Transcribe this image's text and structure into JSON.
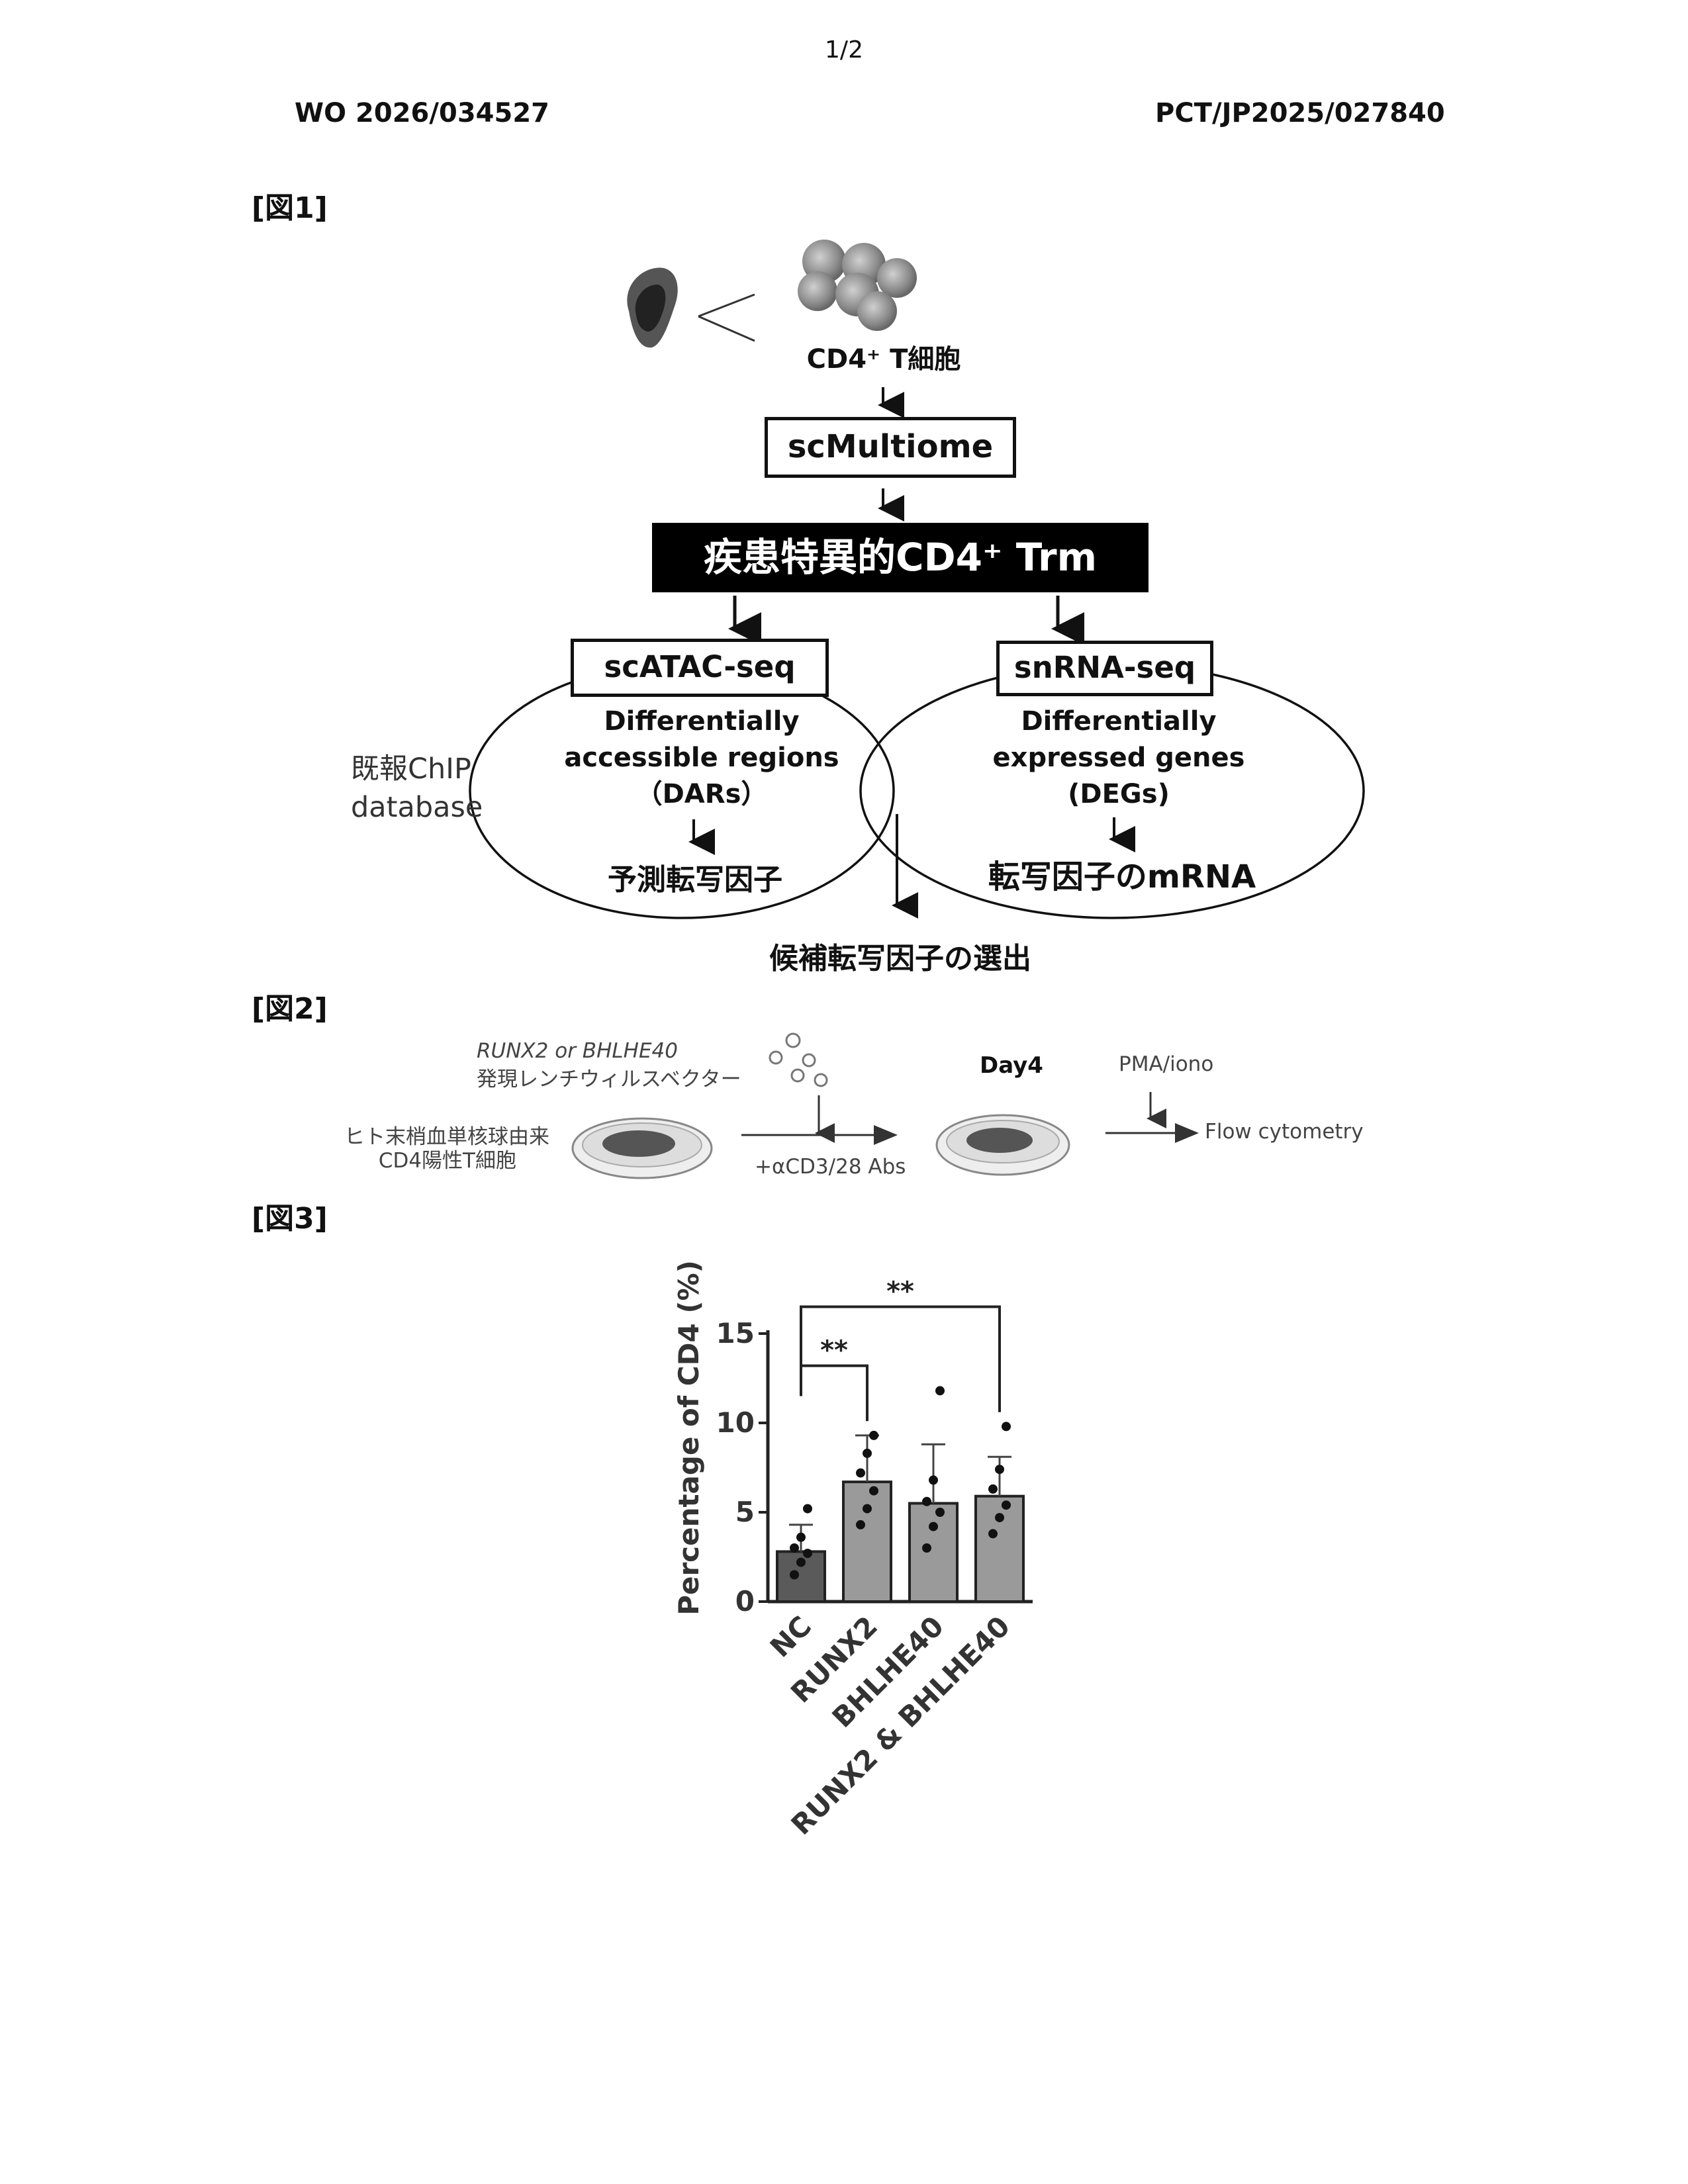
{
  "page_number": "1/2",
  "header": {
    "left": "WO 2026/034527",
    "right": "PCT/JP2025/027840"
  },
  "fig1": {
    "label": "[図1]",
    "cd4_cells": "CD4⁺ T細胞",
    "scmultiome": "scMultiome",
    "trm": "疾患特異的CD4⁺ Trm",
    "scatac": "scATAC-seq",
    "snrna": "snRNA-seq",
    "dar_lines": [
      "Differentially",
      "accessible regions",
      "（DARs）"
    ],
    "deg_lines": [
      "Differentially",
      "expressed genes",
      "(DEGs)"
    ],
    "predicted_tf": "予測転写因子",
    "tf_mrna": "転写因子のmRNA",
    "chip_db_lines": [
      "既報ChIP",
      "database"
    ],
    "candidate": "候補転写因子の選出"
  },
  "fig2": {
    "label": "[図2]",
    "vector_line1": "RUNX2 or BHLHE40",
    "vector_line2": "発現レンチウィルスベクター",
    "cells_line1": "ヒト末梢血単核球由来",
    "cells_line2": "CD4陽性T細胞",
    "abs": "+αCD3/28 Abs",
    "day": "Day4",
    "pma": "PMA/iono",
    "flow": "Flow cytometry"
  },
  "fig3": {
    "label": "[図3]"
  },
  "chart_data": {
    "type": "bar",
    "ylabel": "Percentage of CD4 (%)",
    "ylim": [
      0,
      15
    ],
    "yticks": [
      "0",
      "5",
      "10",
      "15"
    ],
    "categories": [
      "NC",
      "RUNX2",
      "BHLHE40",
      "RUNX2 & BHLHE40"
    ],
    "values": [
      2.8,
      6.7,
      5.5,
      5.9
    ],
    "errors": [
      1.5,
      2.6,
      3.3,
      2.2
    ],
    "points": [
      [
        1.5,
        2.2,
        2.7,
        3.0,
        3.6,
        5.2
      ],
      [
        4.3,
        5.2,
        6.2,
        7.2,
        8.3,
        9.3
      ],
      [
        3.0,
        4.2,
        5.0,
        5.6,
        6.8,
        11.8
      ],
      [
        3.8,
        4.7,
        5.4,
        6.3,
        7.4,
        9.8
      ]
    ],
    "significance": [
      {
        "from": 0,
        "to": 1,
        "label": "**"
      },
      {
        "from": 0,
        "to": 3,
        "label": "**"
      }
    ],
    "colors": {
      "NC": "#5a5a5a",
      "other": "#9a9a9a"
    }
  }
}
